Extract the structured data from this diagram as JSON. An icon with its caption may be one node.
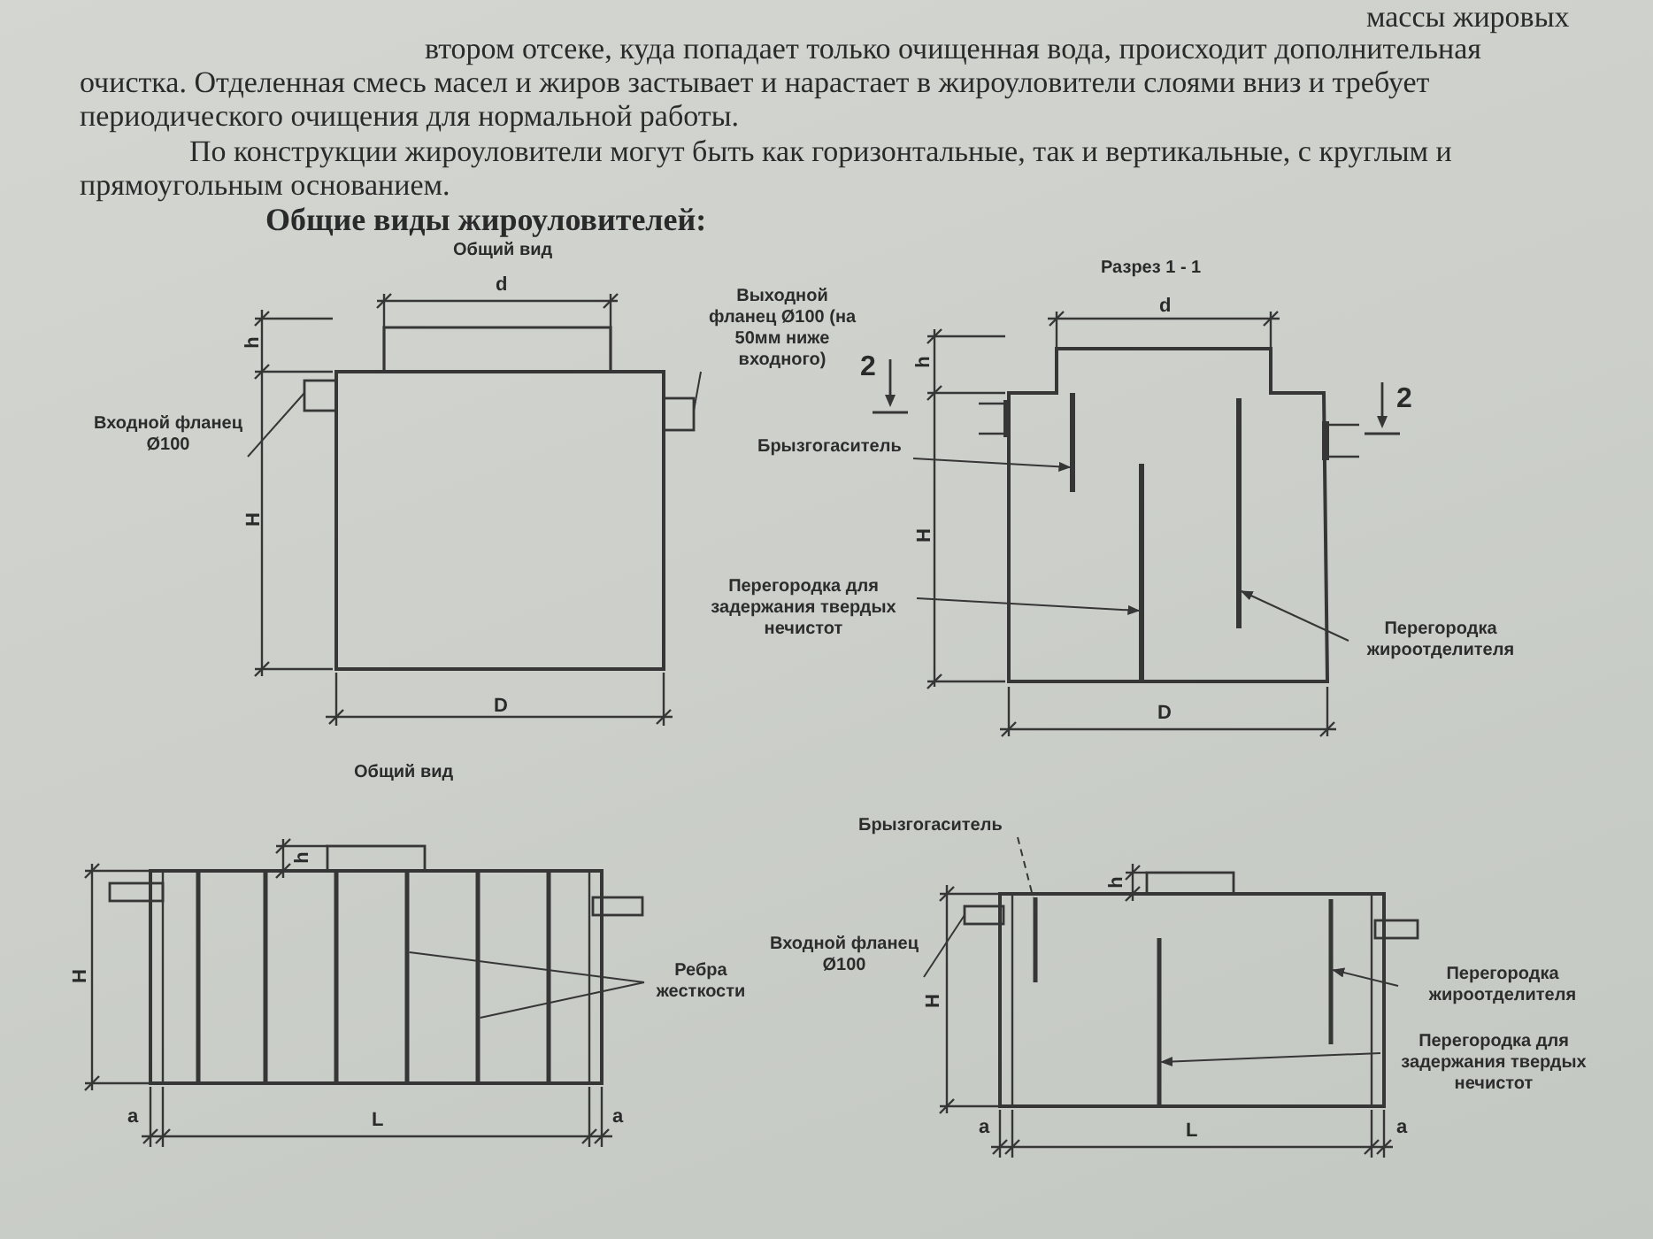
{
  "diagram": {
    "title": "Общие виды жироуловителей:",
    "nodes": [
      {
        "text": [
          "Входной фланец Ø100"
        ]
      },
      {
        "text": [
          "Выходной фланец Ø100 (на 50мм ниже входного)"
        ]
      },
      {
        "text": [
          "Брызгогаситель"
        ]
      },
      {
        "text": [
          "Перегородка для задержания твердых нечистот"
        ]
      },
      {
        "text": [
          "Перегородка жироотделителя"
        ]
      },
      {
        "text": [
          "Ребра жесткости"
        ]
      },
      {
        "text": [
          "Брызгогаситель"
        ]
      },
      {
        "text": [
          "Входной фланец Ø100"
        ]
      },
      {
        "text": [
          "Перегородка жироотделителя"
        ]
      },
      {
        "text": [
          "Перегородка для задержания твердых нечистот"
        ]
      },
      {
        "text": [],
        "shape": "box"
      },
      {
        "text": [],
        "shape": "box"
      },
      {
        "text": [],
        "shape": "bar"
      },
      {
        "text": [],
        "shape": "bar"
      },
      {
        "text": [],
        "shape": "bar"
      },
      {
        "text": [],
        "shape": "bar"
      },
      {
        "text": [],
        "shape": "bar"
      },
      {
        "text": [],
        "shape": "bar"
      },
      {
        "text": [],
        "shape": "box"
      },
      {
        "text": [],
        "shape": "bar"
      },
      {
        "text": [],
        "shape": "bar"
      }
    ],
    "edges": [
      {
        "from": 0,
        "to": 10,
        "arrow": "none"
      },
      {
        "from": 1,
        "to": 11,
        "arrow": "none"
      },
      {
        "from": 2,
        "to": 12,
        "arrow": "to"
      },
      {
        "from": 3,
        "to": 13,
        "arrow": "to"
      },
      {
        "from": 4,
        "to": 14,
        "arrow": "to"
      },
      {
        "from": 5,
        "to": 15,
        "arrow": "none"
      },
      {
        "from": 5,
        "to": 16,
        "arrow": "none"
      },
      {
        "from": 6,
        "to": 17,
        "arrow": "none",
        "style": "dashed"
      },
      {
        "from": 7,
        "to": 18,
        "arrow": "none"
      },
      {
        "from": 8,
        "to": 19,
        "arrow": "to"
      },
      {
        "from": 9,
        "to": 20,
        "arrow": "to"
      }
    ],
    "labels": [
      "массы жировых",
      "втором отсеке, куда попадает только очищенная вода, происходит дополнительная очистка. Отделенная смесь масел и жиров застывает и нарастает в жироуловители слоями вниз и требует периодического очищения для нормальной работы.",
      "По конструкции жироуловители могут быть как горизонтальные, так и вертикальные, с круглым и прямоугольным основанием.",
      "Общий вид",
      "d",
      "h",
      "H",
      "D",
      "Разрез 1 - 1",
      "d",
      "h",
      "2",
      "2",
      "H",
      "D",
      "Общий вид",
      "h",
      "H",
      "a",
      "L",
      "a",
      "h",
      "H",
      "a",
      "L",
      "a"
    ]
  }
}
